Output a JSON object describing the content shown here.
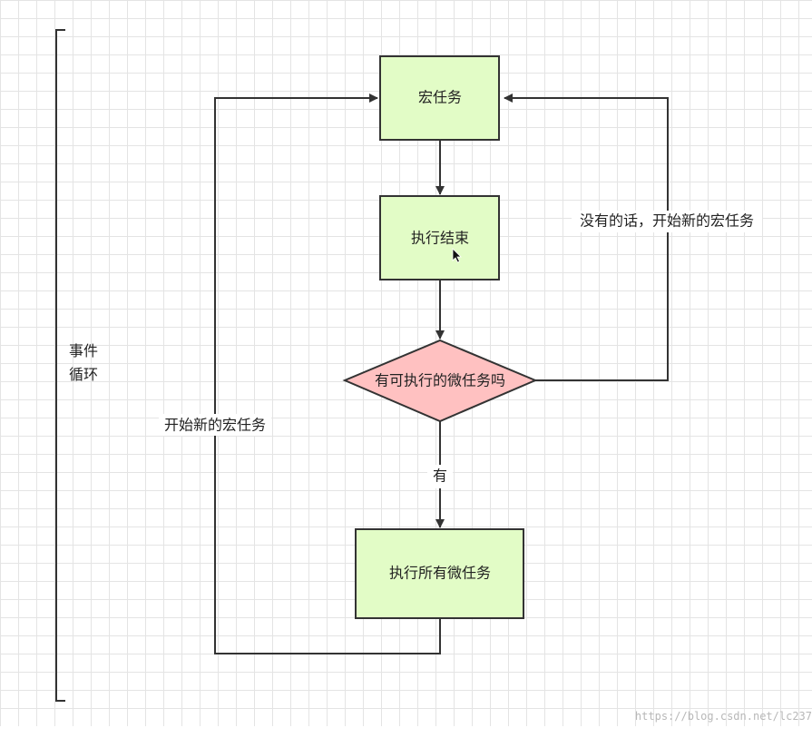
{
  "nodes": {
    "macro_task": "宏任务",
    "exec_done": "执行结束",
    "has_micro": "有可执行的微任务吗",
    "exec_all_micro": "执行所有微任务"
  },
  "labels": {
    "event_loop_line1": "事件",
    "event_loop_line2": "循环",
    "start_new_left": "开始新的宏任务",
    "no_then_start_new": "没有的话，开始新的宏任务",
    "yes": "有"
  },
  "watermark": "https://blog.csdn.net/lc237",
  "colors": {
    "rect_fill": "#e2fcc6",
    "diamond_fill": "#ffc1c1",
    "stroke": "#333333"
  }
}
